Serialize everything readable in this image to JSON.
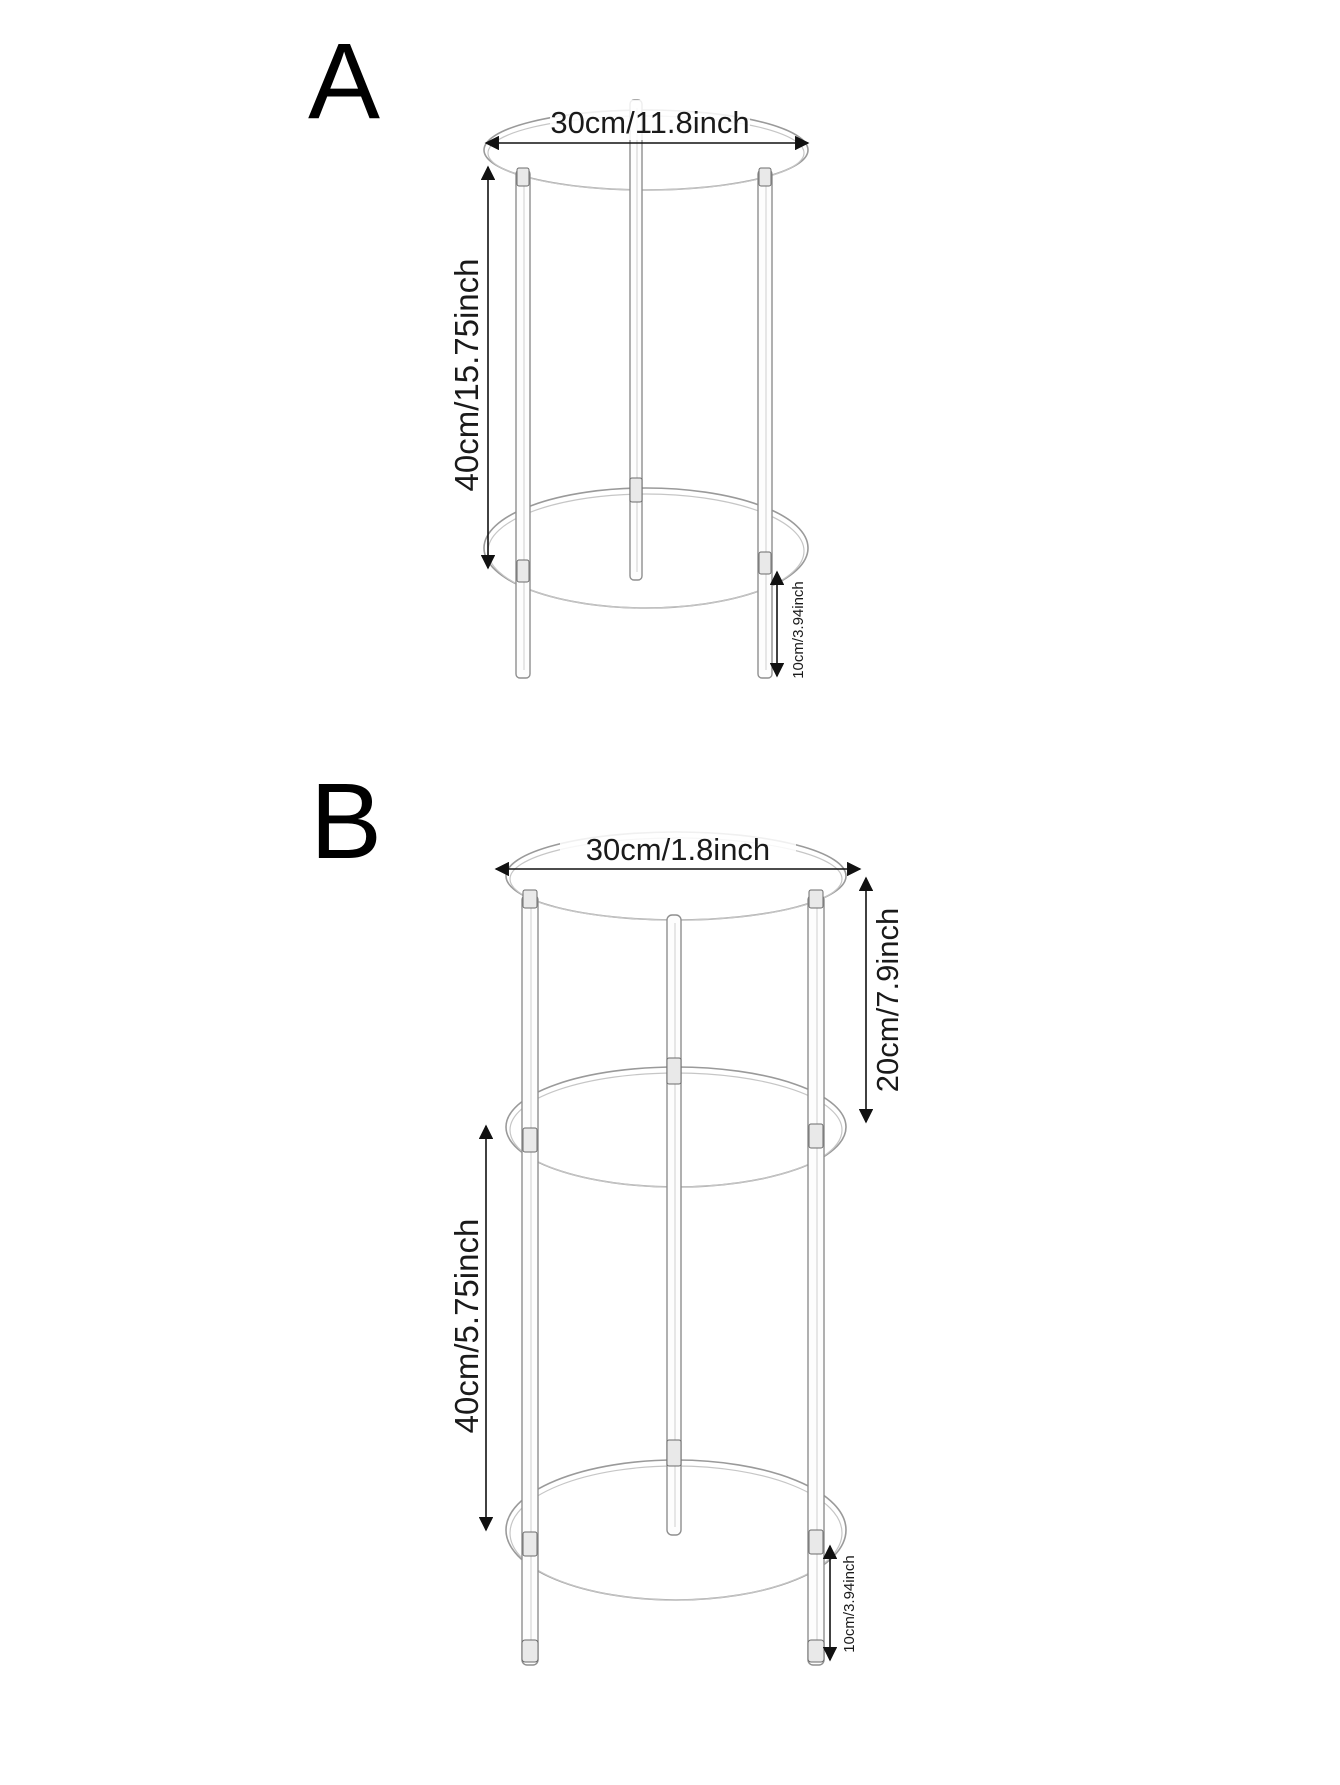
{
  "product_a": {
    "label": "A",
    "diameter": "30cm/11.8inch",
    "height": "40cm/15.75inch",
    "leg_height": "10cm/3.94inch"
  },
  "product_b": {
    "label": "B",
    "diameter": "30cm/1.8inch",
    "upper_height": "20cm/7.9inch",
    "lower_height": "40cm/5.75inch",
    "leg_height": "10cm/3.94inch"
  }
}
